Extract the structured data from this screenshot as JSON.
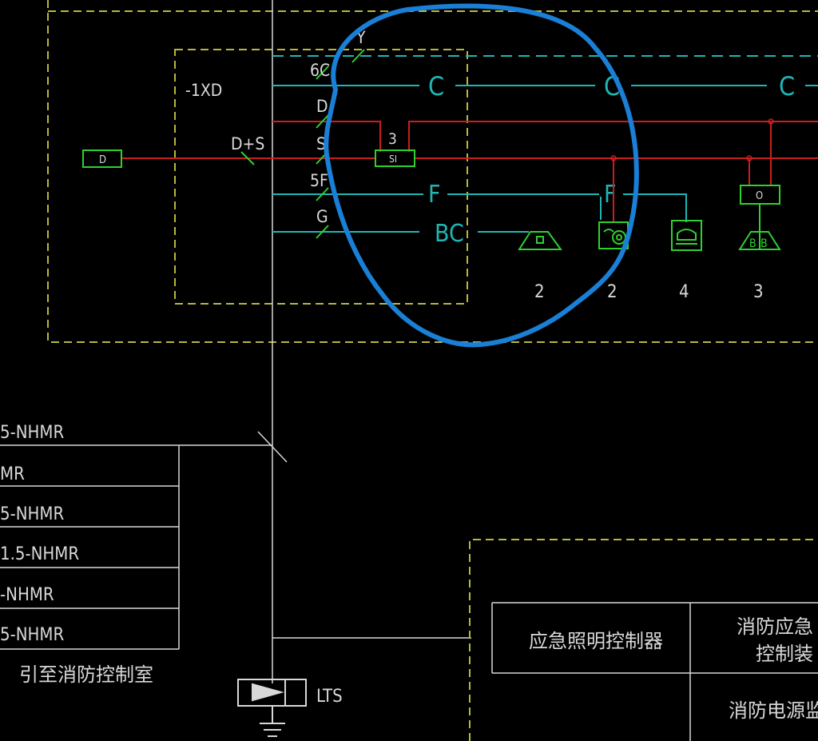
{
  "colors": {
    "background": "#000000",
    "frame_yellow": "#b8b83c",
    "wire_cyan": "#1fb6b6",
    "wire_red": "#c81e1e",
    "device_green": "#2fd12f",
    "line_white": "#d8d8d8",
    "annotation_blue": "#1a7fd6"
  },
  "module_box": {
    "label": "-1XD"
  },
  "input_device": {
    "label": "D"
  },
  "wire_labels": {
    "y": "Y",
    "c6": "6C",
    "d": "D",
    "ds": "D+S",
    "s": "S",
    "f5": "5F",
    "g": "G",
    "three": "3"
  },
  "bus_labels": {
    "c1": "C",
    "c2": "C",
    "c3": "C",
    "f1": "F",
    "f2": "F",
    "bc": "BC"
  },
  "si_module": {
    "label": "SI"
  },
  "output_module": {
    "label": "O"
  },
  "device_counts": [
    "2",
    "2",
    "4",
    "3"
  ],
  "cables": [
    "5-NHMR",
    "MR",
    "5-NHMR",
    "1.5-NHMR",
    "-NHMR",
    "5-NHMR"
  ],
  "cable_destination": "引至消防控制室",
  "lts": {
    "label": "LTS"
  },
  "control_table": {
    "cell_1": "应急照明控制器",
    "cell_2_line1": "消防应急",
    "cell_2_line2": "控制装",
    "cell_3": "消防电源监"
  }
}
